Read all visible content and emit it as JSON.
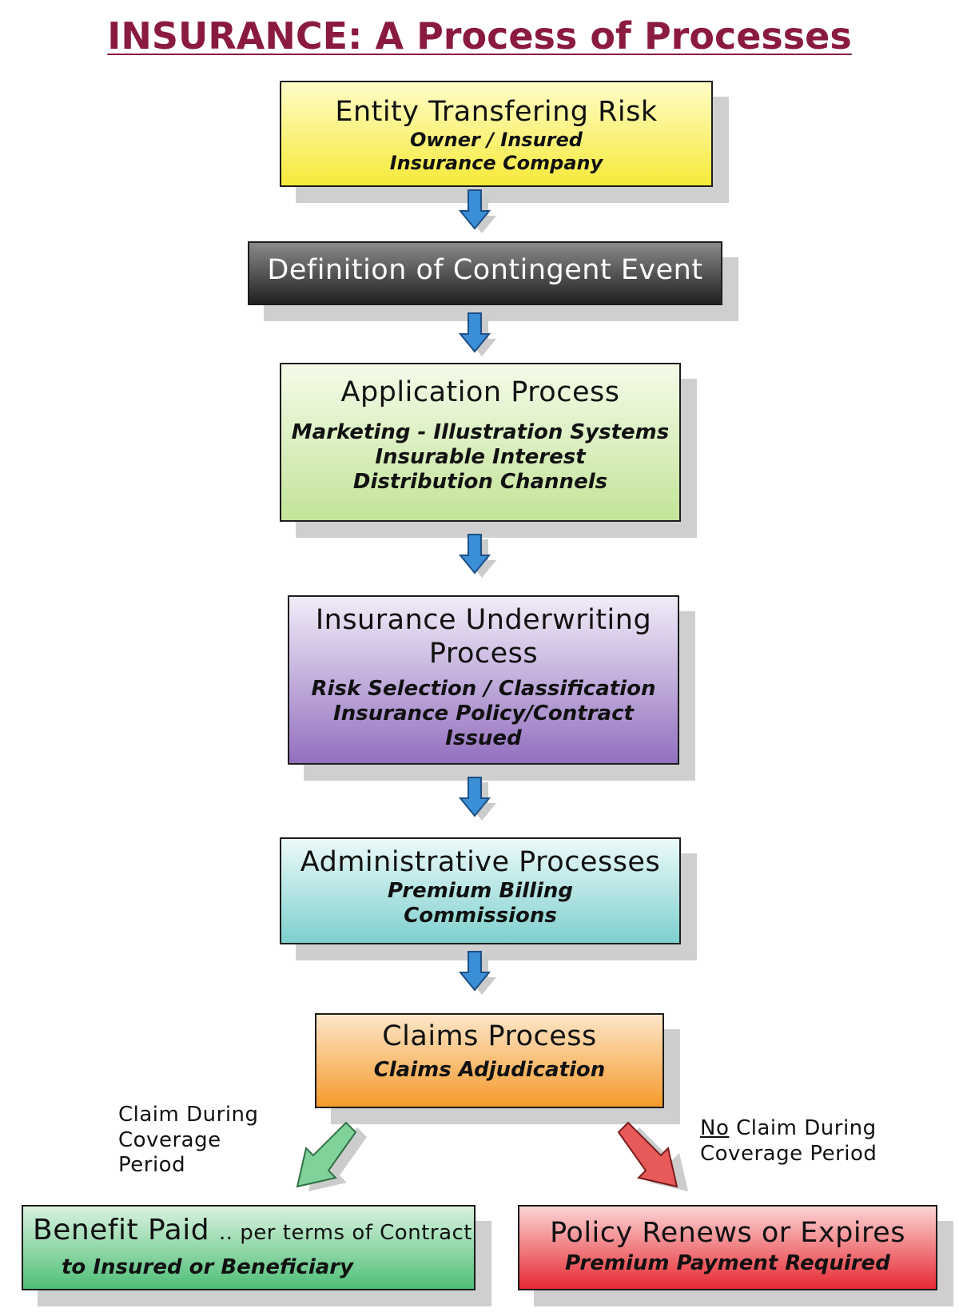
{
  "title": "INSURANCE: A Process of Processes",
  "boxes": {
    "entity": {
      "heading": "Entity Transfering Risk",
      "lines": [
        "Owner / Insured",
        "Insurance Company"
      ]
    },
    "contingent": {
      "heading": "Definition of Contingent Event"
    },
    "application": {
      "heading": "Application Process",
      "lines": [
        "Marketing - Illustration Systems",
        "Insurable Interest",
        "Distribution Channels"
      ]
    },
    "underwriting": {
      "heading_lines": [
        "Insurance Underwriting",
        "Process"
      ],
      "lines": [
        "Risk Selection / Classification",
        "Insurance Policy/Contract",
        "Issued"
      ]
    },
    "admin": {
      "heading": "Administrative Processes",
      "lines": [
        "Premium Billing",
        "Commissions"
      ]
    },
    "claims": {
      "heading": "Claims Process",
      "lines": [
        "Claims Adjudication"
      ]
    },
    "benefit": {
      "heading": "Benefit Paid",
      "heading_extra": ".. per terms of Contract",
      "lines": [
        "to Insured or Beneficiary"
      ]
    },
    "renews": {
      "heading": "Policy Renews or Expires",
      "lines": [
        "Premium Payment Required"
      ]
    }
  },
  "branches": {
    "claim": {
      "lines": [
        "Claim During",
        "Coverage",
        "Period"
      ]
    },
    "no_claim": {
      "underlined": "No",
      "rest": " Claim During",
      "line2": "Coverage Period"
    }
  },
  "colors": {
    "title": "#8b1a40",
    "down_arrow": "#3b8fd6",
    "claim_arrow": "#7fd39a",
    "no_claim_arrow": "#e85a5a"
  }
}
